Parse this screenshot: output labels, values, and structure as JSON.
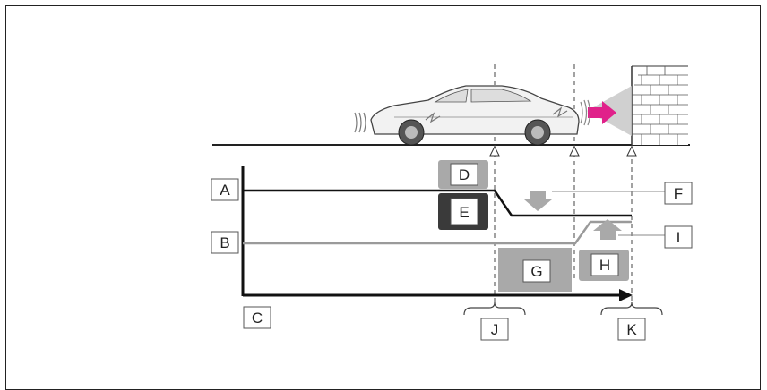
{
  "labels": {
    "a": "A",
    "b": "B",
    "c": "C",
    "d": "D",
    "e": "E",
    "f": "F",
    "g": "G",
    "h": "H",
    "i": "I",
    "j": "J",
    "k": "K"
  },
  "colors": {
    "line_dark": "#111111",
    "line_gray": "#9a9a9a",
    "box_dark": "#3a3a3a",
    "box_gray": "#a9a9a9",
    "arrow_magenta": "#e0218a",
    "road": "#222222"
  },
  "icons": {
    "car": "car-icon",
    "wall": "brick-wall-icon",
    "radar": "radar-wave-icon",
    "sensor": "sensor-beam-icon"
  }
}
